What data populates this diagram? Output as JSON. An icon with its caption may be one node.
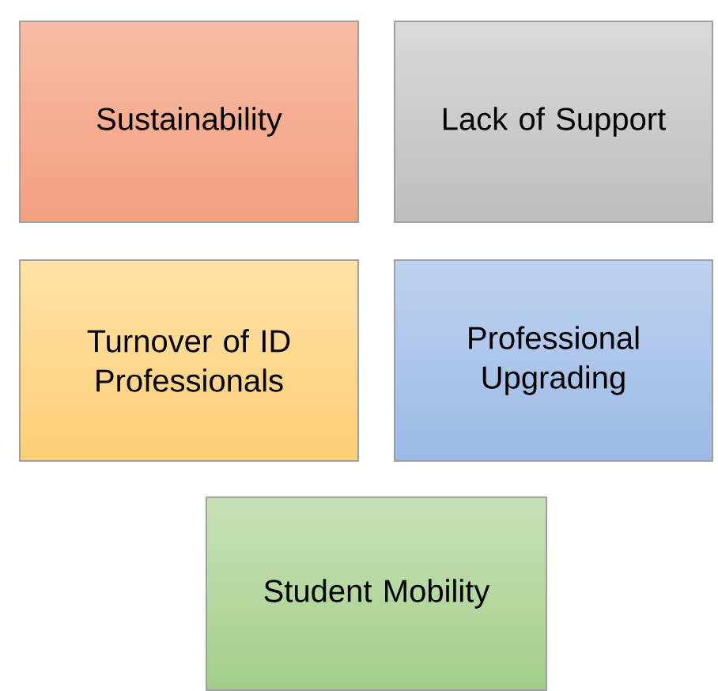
{
  "diagram": {
    "nodes": [
      {
        "text": [
          "Sustainability"
        ]
      },
      {
        "text": [
          "Lack of Support"
        ]
      },
      {
        "text": [
          "Turnover of ID Professionals"
        ]
      },
      {
        "text": [
          "Professional Upgrading"
        ]
      },
      {
        "text": [
          "Student Mobility"
        ]
      }
    ]
  }
}
